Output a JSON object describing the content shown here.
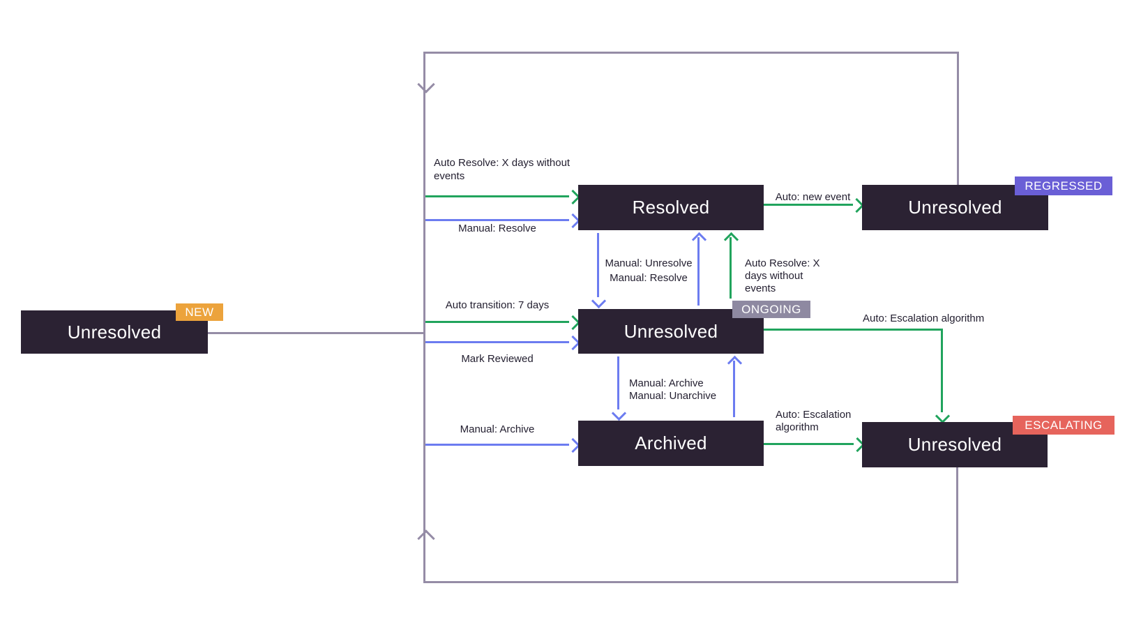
{
  "colors": {
    "green": "#21A45D",
    "blue": "#6C7CF0",
    "purple": "#958CA6",
    "box_bg": "#2B2233",
    "box_text": "#FFFFFF",
    "label_text": "#221E2F",
    "badge_new": "#ECA33C",
    "badge_ongoing": "#8E89A1",
    "badge_regressed": "#6A5FD6",
    "badge_escalating": "#E6645C",
    "background": "#FFFFFF"
  },
  "nodes": {
    "new": {
      "label": "Unresolved",
      "badge": "NEW"
    },
    "resolved": {
      "label": "Resolved"
    },
    "ongoing": {
      "label": "Unresolved",
      "badge": "ONGOING"
    },
    "archived": {
      "label": "Archived"
    },
    "regressed": {
      "label": "Unresolved",
      "badge": "REGRESSED"
    },
    "escalating": {
      "label": "Unresolved",
      "badge": "ESCALATING"
    }
  },
  "edge_labels": {
    "auto_resolve_to_resolved": "Auto Resolve: X days without events",
    "manual_resolve": "Manual: Resolve",
    "auto_new_event": "Auto: new event",
    "manual_unresolve": "Manual: Unresolve",
    "manual_resolve_up": "Manual: Resolve",
    "auto_resolve_up": "Auto Resolve: X days without events",
    "auto_transition": "Auto transition: 7 days",
    "mark_reviewed": "Mark Reviewed",
    "manual_archive_down": "Manual: Archive",
    "manual_unarchive_up": "Manual: Unarchive",
    "manual_archive": "Manual: Archive",
    "auto_escalation_from_ongoing": "Auto: Escalation algorithm",
    "auto_escalation_from_archived": "Auto: Escalation algorithm"
  }
}
